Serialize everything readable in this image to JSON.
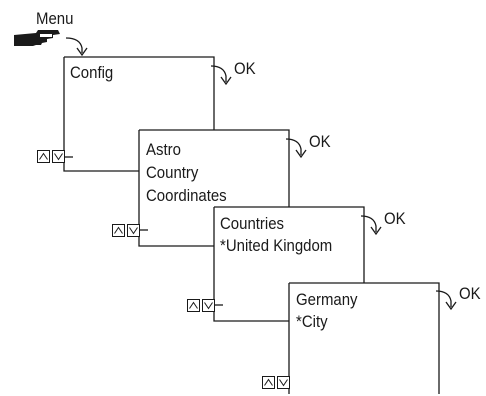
{
  "menu_label": "Menu",
  "ok_label": "OK",
  "screens": [
    {
      "lines": [
        "Config"
      ]
    },
    {
      "lines": [
        "Astro",
        "Country",
        "Coordinates"
      ]
    },
    {
      "lines": [
        "Countries",
        "*United Kingdom"
      ]
    },
    {
      "lines": [
        "Germany",
        "*City"
      ]
    }
  ],
  "icons": {
    "menu": "pointing-hand-icon",
    "ok": "curved-arrow-icon",
    "up": "up-arrow-button-icon",
    "down": "down-arrow-button-icon"
  }
}
